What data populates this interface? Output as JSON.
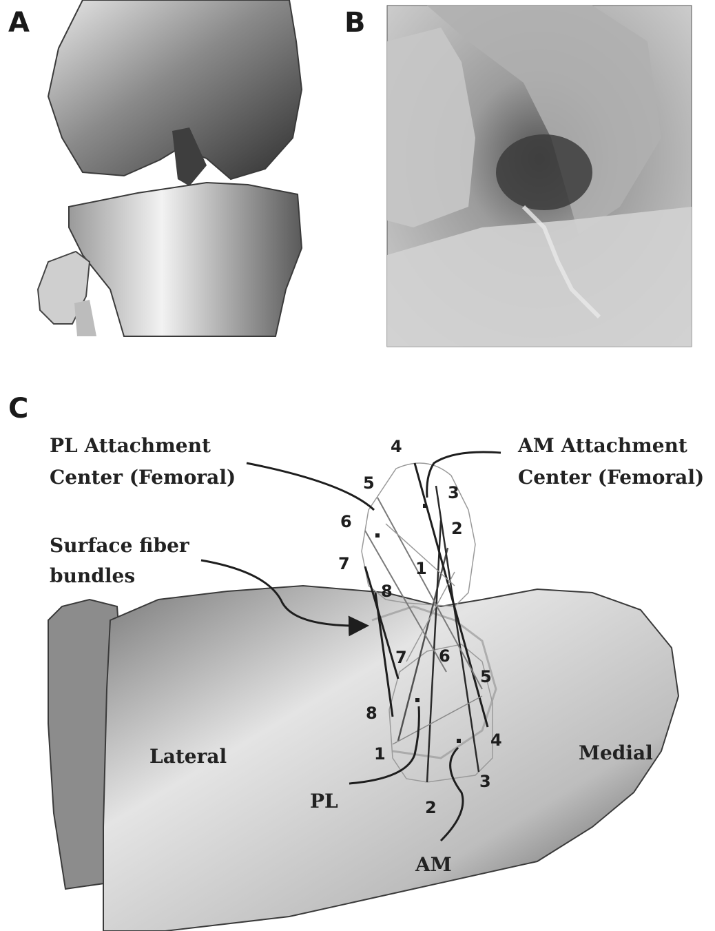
{
  "panels": {
    "a": {
      "letter": "A"
    },
    "b": {
      "letter": "B"
    },
    "c": {
      "letter": "C"
    }
  },
  "labels": {
    "pl_attachment_line1": "PL Attachment",
    "pl_attachment_line2": "Center (Femoral)",
    "am_attachment_line1": "AM Attachment",
    "am_attachment_line2": "Center (Femoral)",
    "surface_fiber_line1": "Surface fiber",
    "surface_fiber_line2": "bundles",
    "lateral": "Lateral",
    "medial": "Medial",
    "pl": "PL",
    "am": "AM"
  },
  "femoral_numbers": [
    "1",
    "2",
    "3",
    "4",
    "5",
    "6",
    "7",
    "8"
  ],
  "tibial_numbers": [
    "1",
    "2",
    "3",
    "4",
    "5",
    "6",
    "7",
    "8"
  ],
  "colors": {
    "background": "#ffffff",
    "bone_light": "#e6e6e6",
    "bone_dark": "#3c3c3c",
    "photo_tissue": "#bdbdbd",
    "ink": "#1e1e1e"
  }
}
